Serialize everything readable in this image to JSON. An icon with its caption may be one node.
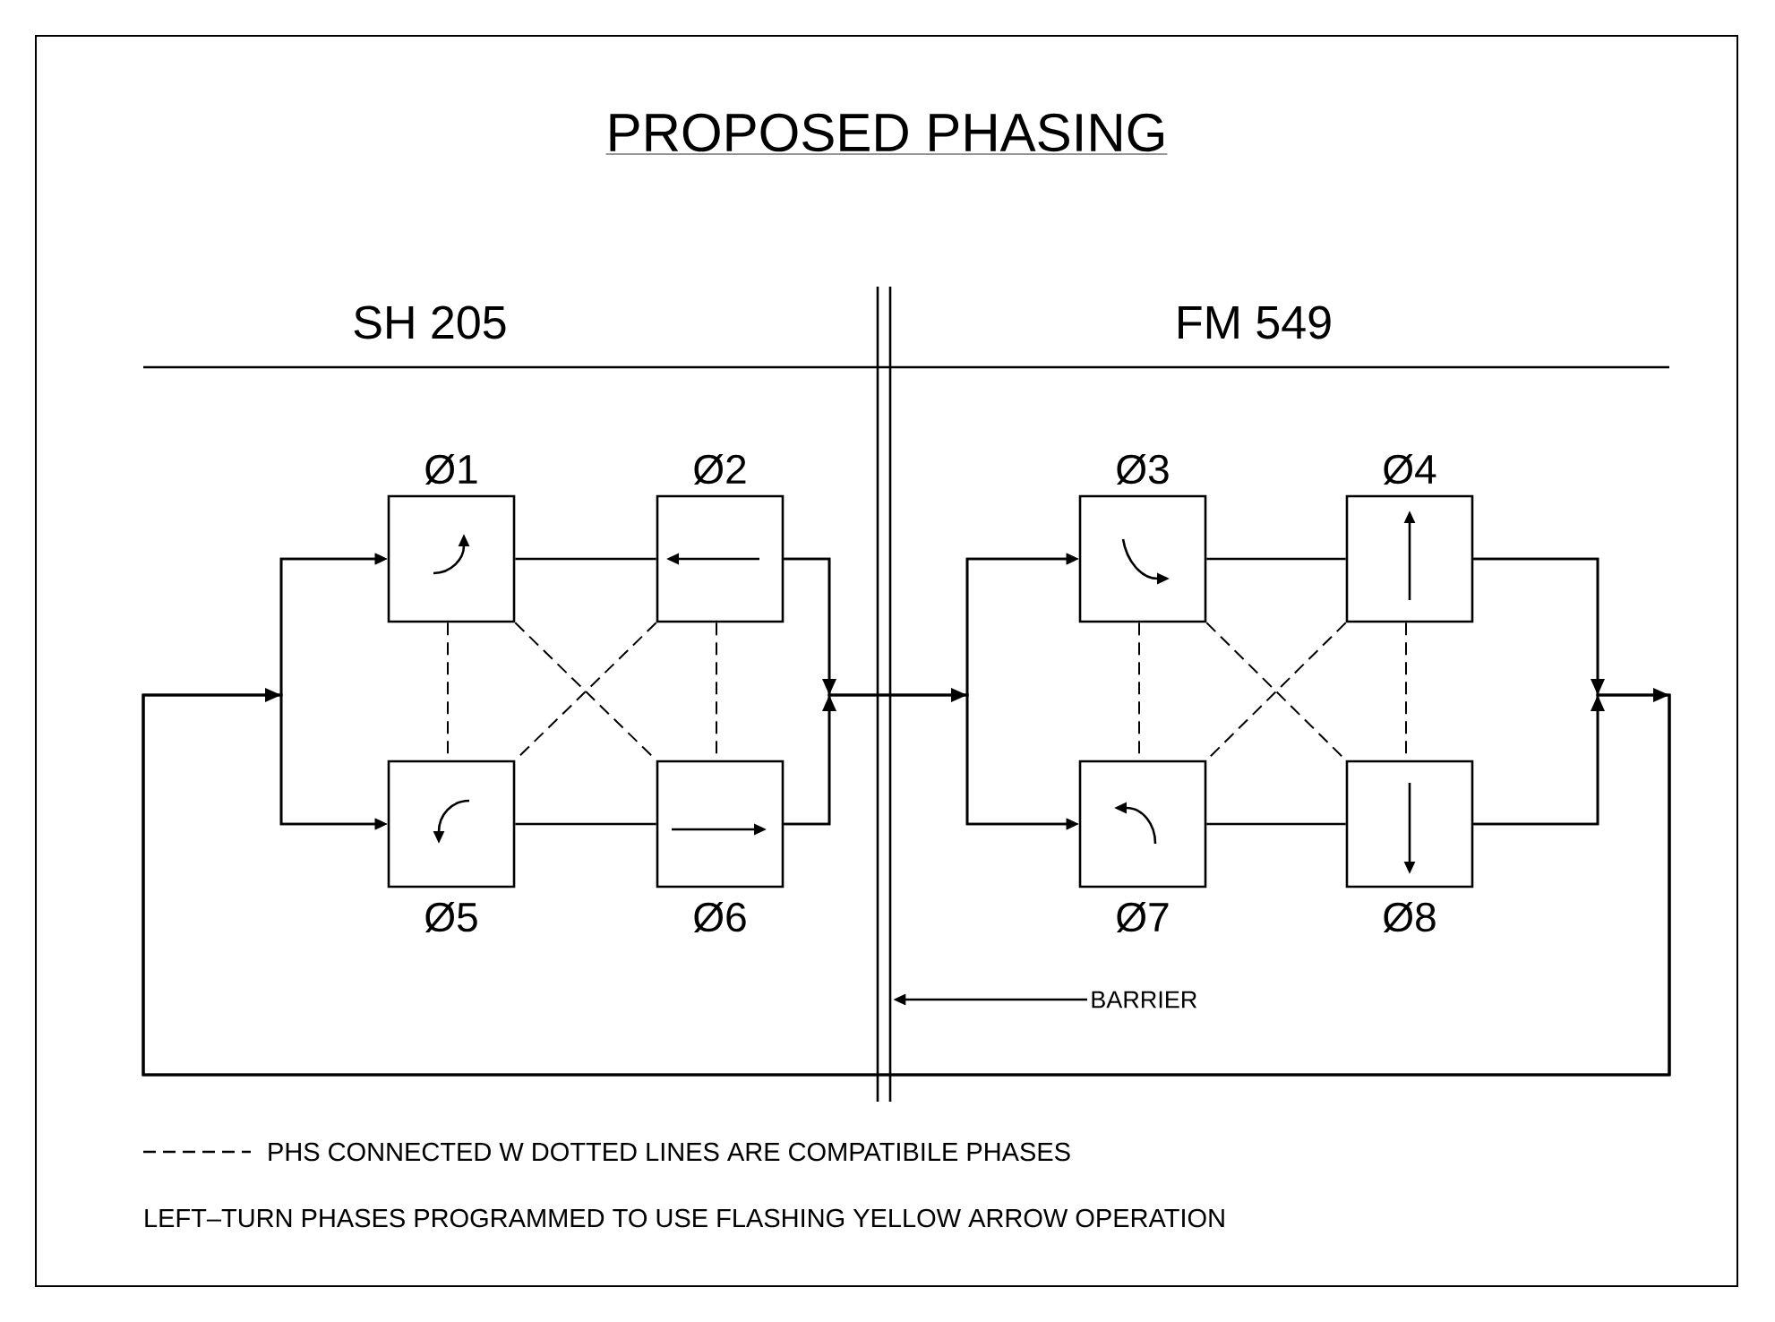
{
  "diagram": {
    "title": "PROPOSED PHASING",
    "nodes": [
      {
        "text": [],
        "shape": "box",
        "beside": [
          "Ø1"
        ]
      },
      {
        "text": [],
        "shape": "box",
        "beside": [
          "Ø2"
        ]
      },
      {
        "text": [],
        "shape": "box",
        "beside": [
          "Ø3"
        ]
      },
      {
        "text": [],
        "shape": "box",
        "beside": [
          "Ø4"
        ]
      },
      {
        "text": [],
        "shape": "box",
        "beside": [
          "Ø5"
        ]
      },
      {
        "text": [],
        "shape": "box",
        "beside": [
          "Ø6"
        ]
      },
      {
        "text": [],
        "shape": "box",
        "beside": [
          "Ø7"
        ]
      },
      {
        "text": [],
        "shape": "box",
        "beside": [
          "Ø8"
        ]
      },
      {
        "text": [],
        "shape": "bar"
      },
      {
        "text": [
          "BARRIER"
        ]
      }
    ],
    "edges": [
      {
        "from": 0,
        "to": 1,
        "arrow": "none"
      },
      {
        "from": 2,
        "to": 3,
        "arrow": "none"
      },
      {
        "from": 4,
        "to": 5,
        "arrow": "none"
      },
      {
        "from": 6,
        "to": 7,
        "arrow": "none"
      },
      {
        "from": 1,
        "to": 2,
        "arrow": "to"
      },
      {
        "from": 1,
        "to": 6,
        "arrow": "to"
      },
      {
        "from": 5,
        "to": 2,
        "arrow": "to"
      },
      {
        "from": 5,
        "to": 6,
        "arrow": "to"
      },
      {
        "from": 3,
        "to": 0,
        "arrow": "to"
      },
      {
        "from": 3,
        "to": 4,
        "arrow": "to"
      },
      {
        "from": 7,
        "to": 0,
        "arrow": "to"
      },
      {
        "from": 7,
        "to": 4,
        "arrow": "to"
      },
      {
        "from": 0,
        "to": 4,
        "arrow": "none",
        "style": "dashed"
      },
      {
        "from": 0,
        "to": 5,
        "arrow": "none",
        "style": "dashed"
      },
      {
        "from": 1,
        "to": 4,
        "arrow": "none",
        "style": "dashed"
      },
      {
        "from": 1,
        "to": 5,
        "arrow": "none",
        "style": "dashed"
      },
      {
        "from": 2,
        "to": 6,
        "arrow": "none",
        "style": "dashed"
      },
      {
        "from": 2,
        "to": 7,
        "arrow": "none",
        "style": "dashed"
      },
      {
        "from": 3,
        "to": 6,
        "arrow": "none",
        "style": "dashed"
      },
      {
        "from": 3,
        "to": 7,
        "arrow": "none",
        "style": "dashed"
      },
      {
        "from": 9,
        "to": 8,
        "arrow": "to"
      }
    ],
    "labels": [
      "SH 205",
      "FM 549",
      "LEFT–TURN PHASES PROGRAMMED TO USE FLASHING YELLOW ARROW OPERATION"
    ],
    "legend": [
      {
        "text": "PHS CONNECTED W DOTTED LINES ARE COMPATIBILE PHASES"
      }
    ]
  }
}
